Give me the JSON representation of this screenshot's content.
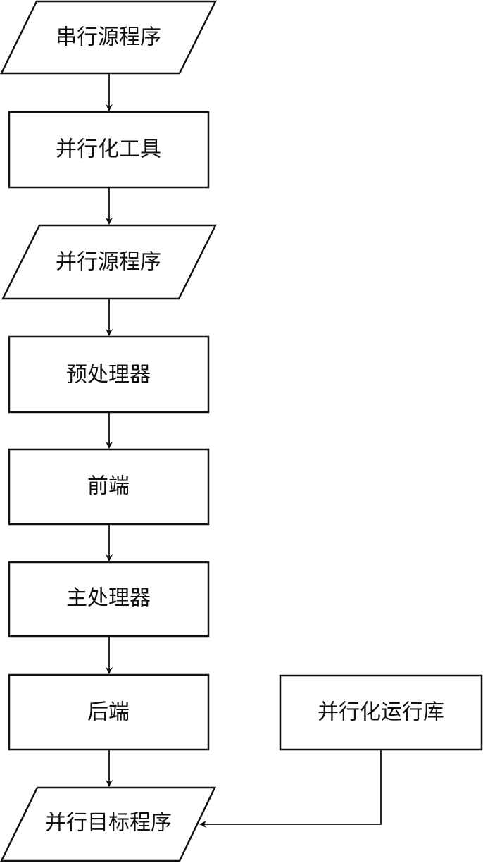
{
  "diagram": {
    "nodes": {
      "serial_source": "串行源程序",
      "parallel_tool": "并行化工具",
      "parallel_source": "并行源程序",
      "preprocessor": "预处理器",
      "frontend": "前端",
      "main_processor": "主处理器",
      "backend": "后端",
      "runtime_library": "并行化运行库",
      "parallel_target": "并行目标程序"
    }
  }
}
